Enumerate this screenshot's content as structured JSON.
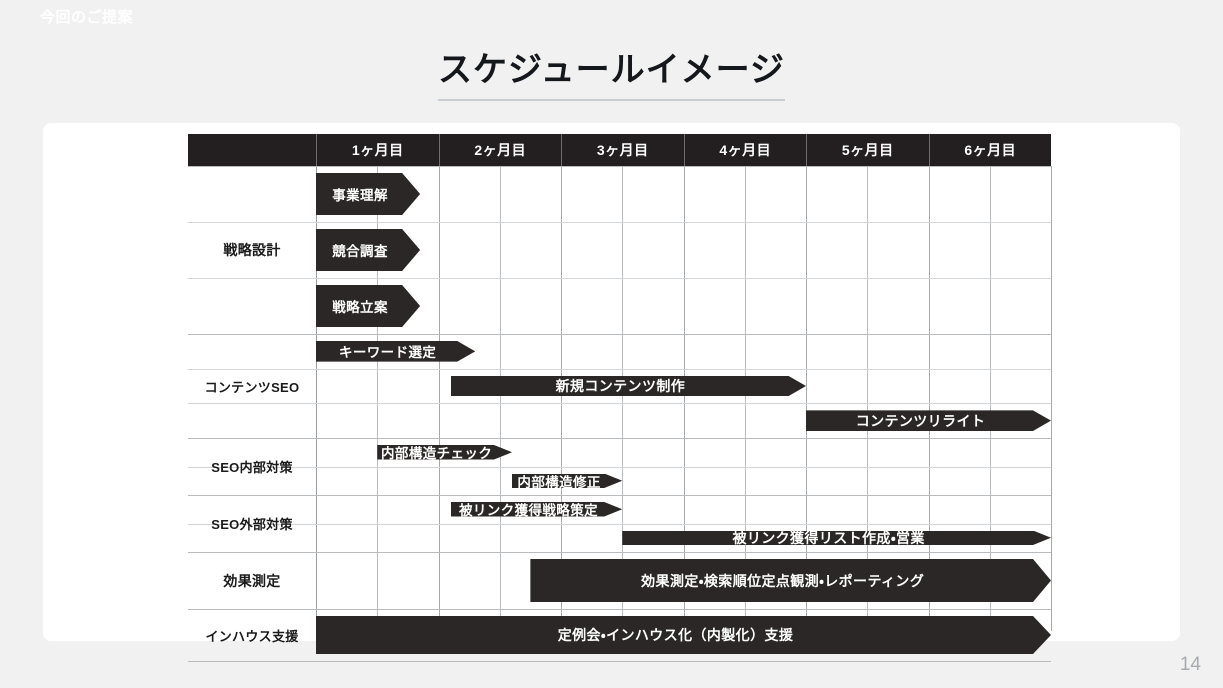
{
  "slide": {
    "eyebrow": "今回のご提案",
    "title": "スケジュールイメージ",
    "page_number": "14",
    "accent_color": "#2b2726",
    "header_color": "#231f20",
    "background_color": "#f1f1f1",
    "card_color": "#ffffff"
  },
  "gantt": {
    "label_header": "",
    "months": [
      "1ヶ月目",
      "2ヶ月目",
      "3ヶ月目",
      "4ヶ月目",
      "5ヶ月目",
      "6ヶ月目"
    ],
    "rows": [
      {
        "label": "戦略設計",
        "tasks": [
          {
            "name": "事業理解",
            "start_month": 1.0,
            "end_month": 1.85
          },
          {
            "name": "競合調査",
            "start_month": 1.0,
            "end_month": 1.85
          },
          {
            "name": "戦略立案",
            "start_month": 1.0,
            "end_month": 1.85
          }
        ]
      },
      {
        "label": "コンテンツSEO",
        "tasks": [
          {
            "name": "キーワード選定",
            "start_month": 1.0,
            "end_month": 2.3
          },
          {
            "name": "新規コンテンツ制作",
            "start_month": 2.1,
            "end_month": 5.0
          },
          {
            "name": "コンテンツリライト",
            "start_month": 5.0,
            "end_month": 7.0
          }
        ]
      },
      {
        "label": "SEO内部対策",
        "tasks": [
          {
            "name": "内部構造チェック",
            "start_month": 1.5,
            "end_month": 2.6
          },
          {
            "name": "内部構造修正",
            "start_month": 2.6,
            "end_month": 3.5
          }
        ]
      },
      {
        "label": "SEO外部対策",
        "tasks": [
          {
            "name": "被リンク獲得戦略策定",
            "start_month": 2.1,
            "end_month": 3.5
          },
          {
            "name": "被リンク獲得リスト作成・営業",
            "start_month": 3.5,
            "end_month": 7.0
          }
        ]
      },
      {
        "label": "効果測定",
        "tasks": [
          {
            "name": "効果測定・検索順位定点観測・レポーティング",
            "start_month": 2.75,
            "end_month": 7.0
          }
        ]
      },
      {
        "label": "インハウス支援",
        "tasks": [
          {
            "name": "定例会・インハウス化（内製化）支援",
            "start_month": 1.0,
            "end_month": 7.0
          }
        ]
      }
    ]
  }
}
